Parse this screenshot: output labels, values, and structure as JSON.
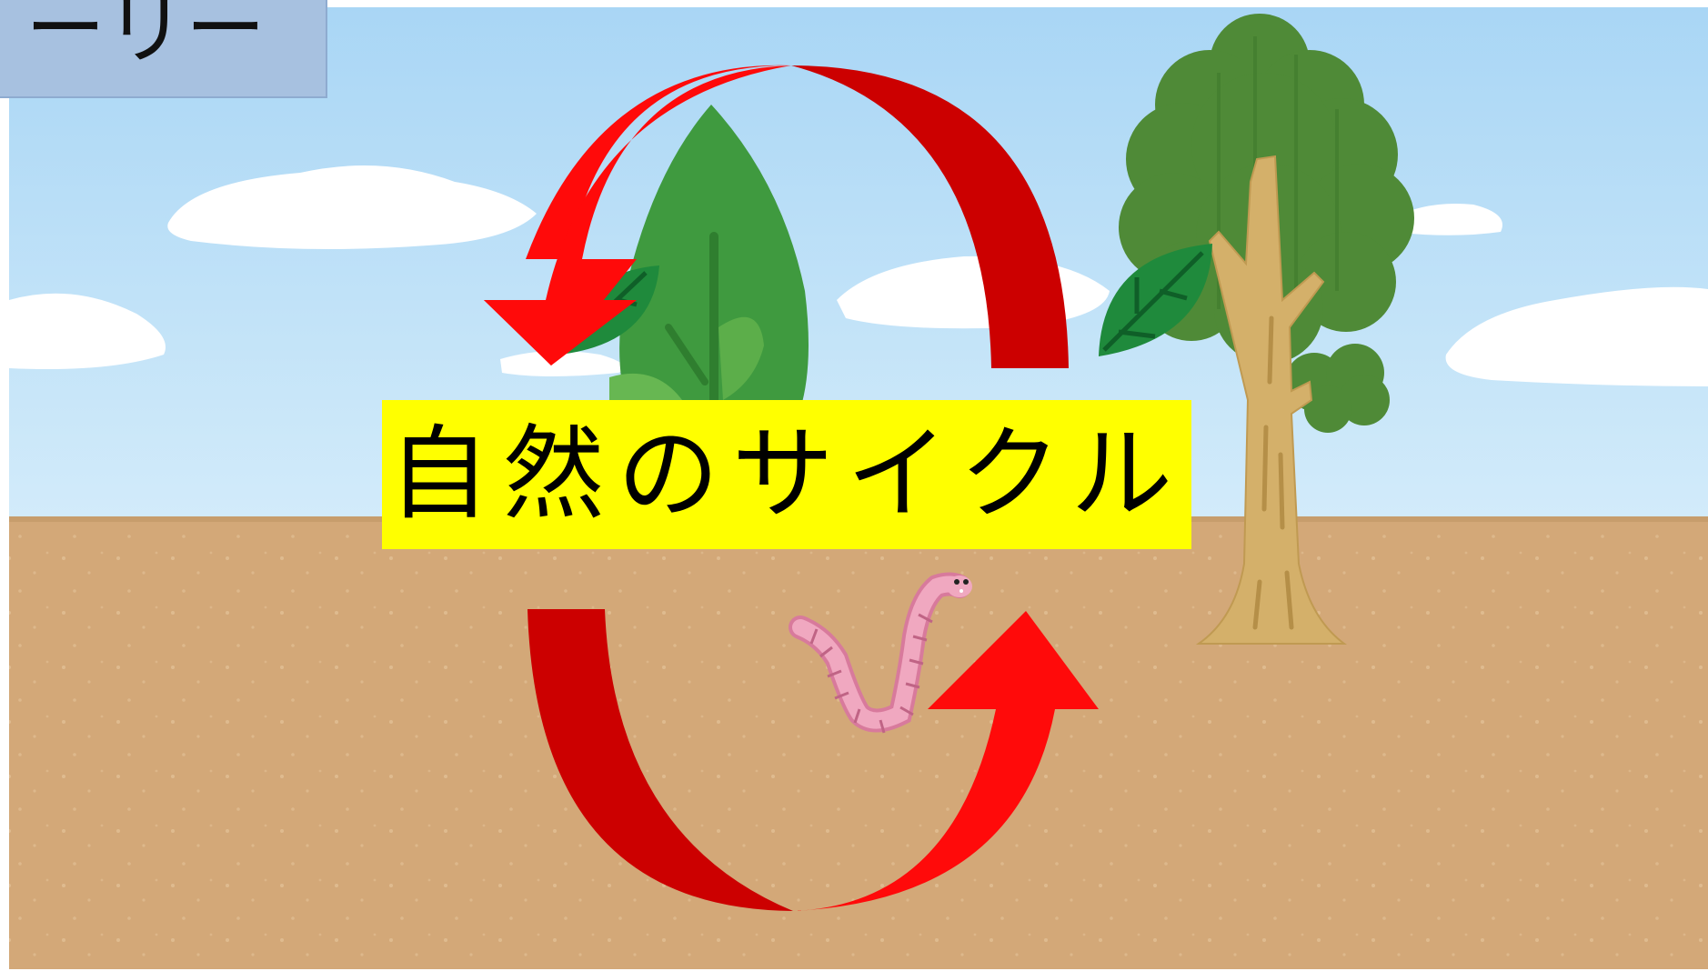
{
  "slide": {
    "corner_tab_text": "ーリー",
    "title": "自然のサイクル"
  },
  "icons": {
    "cycle_arrow_top": "curved-arrow-counterclockwise",
    "cycle_arrow_bottom": "curved-arrow-up-right",
    "plant": "green-leafy-plant",
    "tree": "tree",
    "falling_leaf": "leaf",
    "earthworm": "earthworm"
  },
  "colors": {
    "sky": "#bfe1f6",
    "soil": "#d3a878",
    "arrow_light": "#ff0a0a",
    "arrow_dark": "#cc0000",
    "title_background": "#ffff00",
    "corner_tab": "#a7c1e0",
    "leaf_green": "#3c9a3c",
    "tree_trunk": "#d4b06a",
    "worm_pink": "#e08aa8"
  }
}
